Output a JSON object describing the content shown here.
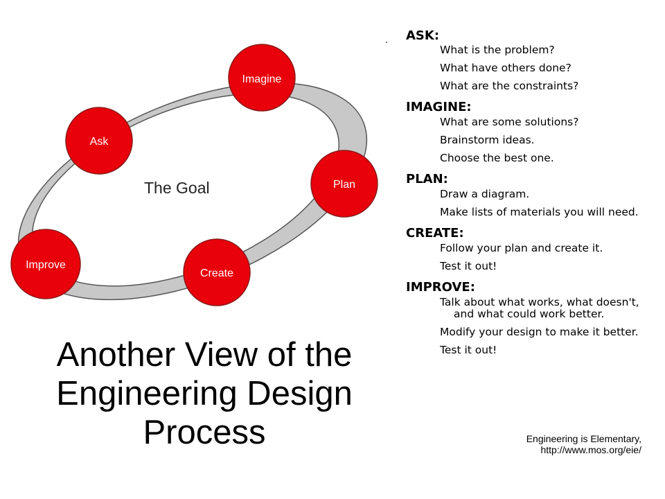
{
  "diagram": {
    "center_label": "The Goal",
    "nodes": [
      {
        "id": "imagine",
        "label": "Imagine"
      },
      {
        "id": "ask",
        "label": "Ask"
      },
      {
        "id": "plan",
        "label": "Plan"
      },
      {
        "id": "improve",
        "label": "Improve"
      },
      {
        "id": "create",
        "label": "Create"
      }
    ],
    "colors": {
      "node_fill": "#e8000b",
      "node_stroke": "#8b1a1a",
      "ring_fill": "#c8c8c8",
      "ring_stroke": "#555555"
    }
  },
  "title": "Another View of the Engineering Design Process",
  "steps": [
    {
      "heading": "ASK:",
      "items": [
        "What is the problem?",
        "What have others done?",
        "What are the constraints?"
      ]
    },
    {
      "heading": "IMAGINE:",
      "items": [
        "What are some solutions?",
        "Brainstorm ideas.",
        "Choose the best one."
      ]
    },
    {
      "heading": "PLAN:",
      "items": [
        "Draw a diagram.",
        "Make lists of materials you will need."
      ]
    },
    {
      "heading": "CREATE:",
      "items": [
        "Follow your plan and create it.",
        "Test it out!"
      ]
    },
    {
      "heading": "IMPROVE:",
      "items": [
        "Talk about what works, what doesn't, and what could work better.",
        "Modify your design to make it better.",
        "Test it out!"
      ]
    }
  ],
  "credit": {
    "line1": "Engineering is Elementary,",
    "line2": "http://www.mos.org/eie/"
  }
}
